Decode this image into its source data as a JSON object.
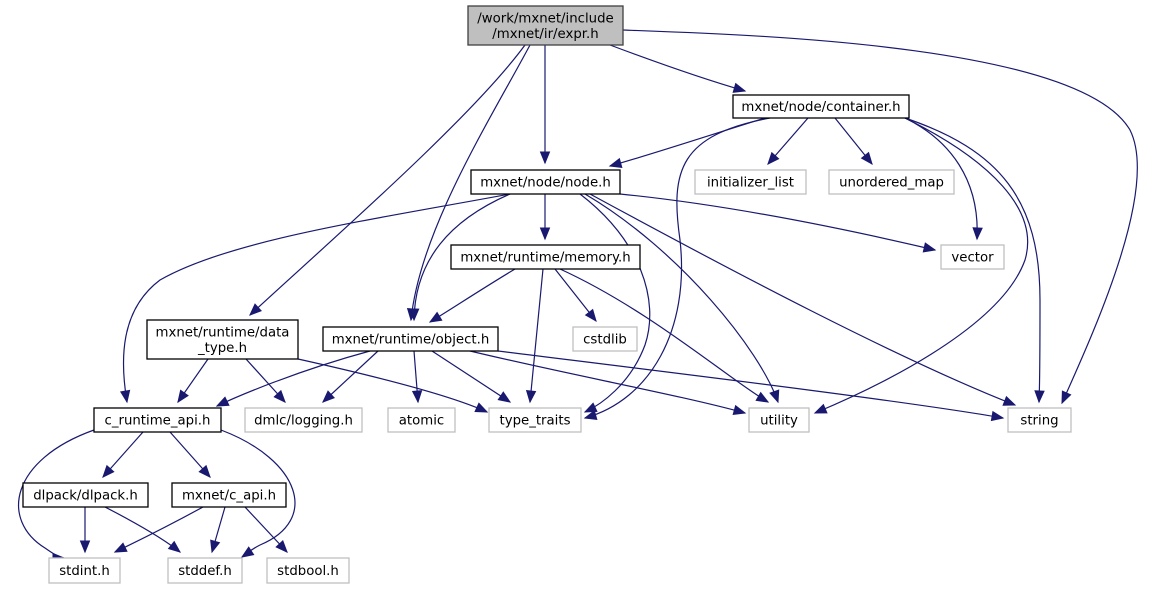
{
  "diagram": {
    "type": "include-dependency-graph",
    "colors": {
      "edge": "#191970",
      "root_fill": "#bfbfbf",
      "root_border": "#404040",
      "project_border": "#000000",
      "system_border": "#bfbfbf",
      "node_fill": "#ffffff"
    },
    "nodes": [
      {
        "id": "expr",
        "kind": "root",
        "lines": [
          "/work/mxnet/include",
          "/mxnet/ir/expr.h"
        ]
      },
      {
        "id": "container",
        "kind": "project",
        "lines": [
          "mxnet/node/container.h"
        ]
      },
      {
        "id": "node",
        "kind": "project",
        "lines": [
          "mxnet/node/node.h"
        ]
      },
      {
        "id": "init_list",
        "kind": "system",
        "lines": [
          "initializer_list"
        ]
      },
      {
        "id": "umap",
        "kind": "system",
        "lines": [
          "unordered_map"
        ]
      },
      {
        "id": "memory",
        "kind": "project",
        "lines": [
          "mxnet/runtime/memory.h"
        ]
      },
      {
        "id": "vector",
        "kind": "system",
        "lines": [
          "vector"
        ]
      },
      {
        "id": "data_type",
        "kind": "project",
        "lines": [
          "mxnet/runtime/data",
          "_type.h"
        ]
      },
      {
        "id": "object",
        "kind": "project",
        "lines": [
          "mxnet/runtime/object.h"
        ]
      },
      {
        "id": "cstdlib",
        "kind": "system",
        "lines": [
          "cstdlib"
        ]
      },
      {
        "id": "c_runtime",
        "kind": "project",
        "lines": [
          "c_runtime_api.h"
        ]
      },
      {
        "id": "logging",
        "kind": "system",
        "lines": [
          "dmlc/logging.h"
        ]
      },
      {
        "id": "atomic",
        "kind": "system",
        "lines": [
          "atomic"
        ]
      },
      {
        "id": "type_traits",
        "kind": "system",
        "lines": [
          "type_traits"
        ]
      },
      {
        "id": "utility",
        "kind": "system",
        "lines": [
          "utility"
        ]
      },
      {
        "id": "string",
        "kind": "system",
        "lines": [
          "string"
        ]
      },
      {
        "id": "dlpack",
        "kind": "project",
        "lines": [
          "dlpack/dlpack.h"
        ]
      },
      {
        "id": "c_api",
        "kind": "project",
        "lines": [
          "mxnet/c_api.h"
        ]
      },
      {
        "id": "stdint",
        "kind": "system",
        "lines": [
          "stdint.h"
        ]
      },
      {
        "id": "stddef",
        "kind": "system",
        "lines": [
          "stddef.h"
        ]
      },
      {
        "id": "stdbool",
        "kind": "system",
        "lines": [
          "stdbool.h"
        ]
      }
    ],
    "edges": [
      [
        "expr",
        "container"
      ],
      [
        "expr",
        "node"
      ],
      [
        "expr",
        "string"
      ],
      [
        "expr",
        "data_type"
      ],
      [
        "expr",
        "object"
      ],
      [
        "container",
        "node"
      ],
      [
        "container",
        "init_list"
      ],
      [
        "container",
        "umap"
      ],
      [
        "container",
        "vector"
      ],
      [
        "container",
        "string"
      ],
      [
        "container",
        "utility"
      ],
      [
        "container",
        "type_traits"
      ],
      [
        "node",
        "memory"
      ],
      [
        "node",
        "vector"
      ],
      [
        "node",
        "object"
      ],
      [
        "node",
        "c_runtime"
      ],
      [
        "node",
        "type_traits"
      ],
      [
        "node",
        "utility"
      ],
      [
        "node",
        "string"
      ],
      [
        "memory",
        "object"
      ],
      [
        "memory",
        "cstdlib"
      ],
      [
        "memory",
        "type_traits"
      ],
      [
        "memory",
        "utility"
      ],
      [
        "data_type",
        "c_runtime"
      ],
      [
        "data_type",
        "logging"
      ],
      [
        "data_type",
        "type_traits"
      ],
      [
        "object",
        "c_runtime"
      ],
      [
        "object",
        "logging"
      ],
      [
        "object",
        "atomic"
      ],
      [
        "object",
        "type_traits"
      ],
      [
        "object",
        "utility"
      ],
      [
        "object",
        "string"
      ],
      [
        "c_runtime",
        "dlpack"
      ],
      [
        "c_runtime",
        "c_api"
      ],
      [
        "c_runtime",
        "stdint"
      ],
      [
        "c_runtime",
        "stddef"
      ],
      [
        "dlpack",
        "stdint"
      ],
      [
        "dlpack",
        "stddef"
      ],
      [
        "c_api",
        "stdint"
      ],
      [
        "c_api",
        "stddef"
      ],
      [
        "c_api",
        "stdbool"
      ]
    ]
  }
}
